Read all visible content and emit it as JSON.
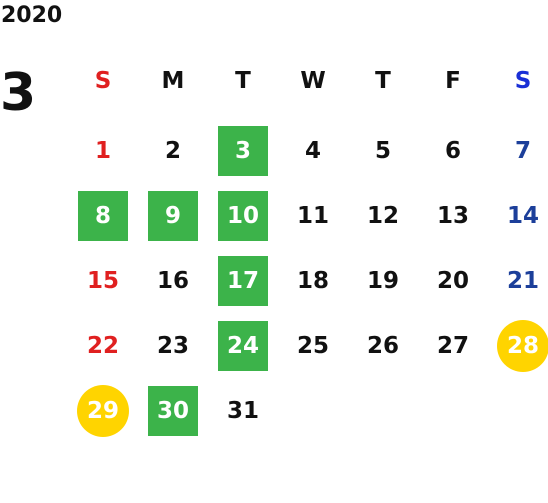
{
  "header": {
    "year": "2020",
    "month": "3"
  },
  "weekdays": [
    "S",
    "M",
    "T",
    "W",
    "T",
    "F",
    "S"
  ],
  "weeks": [
    [
      {
        "day": "1",
        "style": "sun"
      },
      {
        "day": "2",
        "style": "normal"
      },
      {
        "day": "3",
        "style": "green"
      },
      {
        "day": "4",
        "style": "normal"
      },
      {
        "day": "5",
        "style": "normal"
      },
      {
        "day": "6",
        "style": "normal"
      },
      {
        "day": "7",
        "style": "sat"
      }
    ],
    [
      {
        "day": "8",
        "style": "green"
      },
      {
        "day": "9",
        "style": "green"
      },
      {
        "day": "10",
        "style": "green"
      },
      {
        "day": "11",
        "style": "normal"
      },
      {
        "day": "12",
        "style": "normal"
      },
      {
        "day": "13",
        "style": "normal"
      },
      {
        "day": "14",
        "style": "sat"
      }
    ],
    [
      {
        "day": "15",
        "style": "sun"
      },
      {
        "day": "16",
        "style": "normal"
      },
      {
        "day": "17",
        "style": "green"
      },
      {
        "day": "18",
        "style": "normal"
      },
      {
        "day": "19",
        "style": "normal"
      },
      {
        "day": "20",
        "style": "normal"
      },
      {
        "day": "21",
        "style": "sat"
      }
    ],
    [
      {
        "day": "22",
        "style": "sun"
      },
      {
        "day": "23",
        "style": "normal"
      },
      {
        "day": "24",
        "style": "green"
      },
      {
        "day": "25",
        "style": "normal"
      },
      {
        "day": "26",
        "style": "normal"
      },
      {
        "day": "27",
        "style": "normal"
      },
      {
        "day": "28",
        "style": "yellow"
      }
    ],
    [
      {
        "day": "29",
        "style": "yellow"
      },
      {
        "day": "30",
        "style": "green"
      },
      {
        "day": "31",
        "style": "normal"
      },
      {
        "day": "",
        "style": "empty"
      },
      {
        "day": "",
        "style": "empty"
      },
      {
        "day": "",
        "style": "empty"
      },
      {
        "day": "",
        "style": "empty"
      }
    ]
  ],
  "colors": {
    "green_highlight": "#3cb34a",
    "yellow_highlight": "#ffd400",
    "sunday": "#e02020",
    "saturday": "#1c3f9a",
    "saturday_header": "#1a2fd6",
    "text": "#111111"
  }
}
